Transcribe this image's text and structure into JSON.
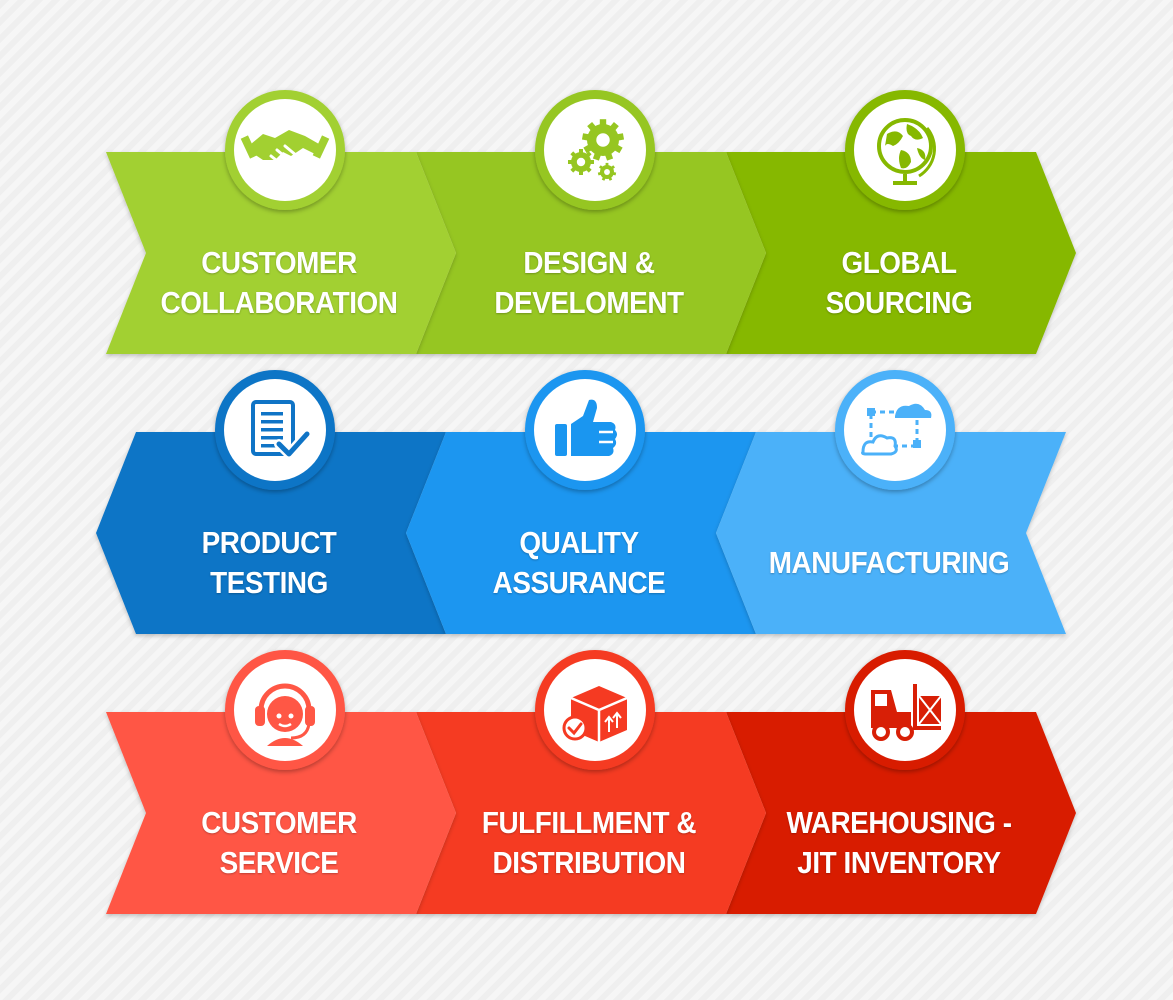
{
  "rows": [
    {
      "direction": "right",
      "stages": [
        {
          "lines": [
            "CUSTOMER",
            "COLLABORATION"
          ],
          "color": "#a2d031",
          "icon": "handshake-icon"
        },
        {
          "lines": [
            "DESIGN &",
            "DEVELOMENT"
          ],
          "color": "#96c621",
          "icon": "gears-icon"
        },
        {
          "lines": [
            "GLOBAL",
            "SOURCING"
          ],
          "color": "#86b800",
          "icon": "globe-icon"
        }
      ]
    },
    {
      "direction": "left",
      "stages": [
        {
          "lines": [
            "PRODUCT",
            "TESTING"
          ],
          "color": "#0f74c6",
          "icon": "checklist-icon"
        },
        {
          "lines": [
            "QUALITY",
            "ASSURANCE"
          ],
          "color": "#1a96f0",
          "icon": "thumbs-up-icon"
        },
        {
          "lines": [
            "MANUFACTURING"
          ],
          "color": "#4bb1f9",
          "icon": "cloud-network-icon"
        }
      ]
    },
    {
      "direction": "right",
      "stages": [
        {
          "lines": [
            "CUSTOMER",
            "SERVICE"
          ],
          "color": "#ff5745",
          "icon": "headset-agent-icon"
        },
        {
          "lines": [
            "FULFILLMENT &",
            "DISTRIBUTION"
          ],
          "color": "#f53a22",
          "icon": "package-box-icon"
        },
        {
          "lines": [
            "WAREHOUSING -",
            "JIT INVENTORY"
          ],
          "color": "#d81f06",
          "icon": "forklift-icon"
        }
      ]
    }
  ]
}
